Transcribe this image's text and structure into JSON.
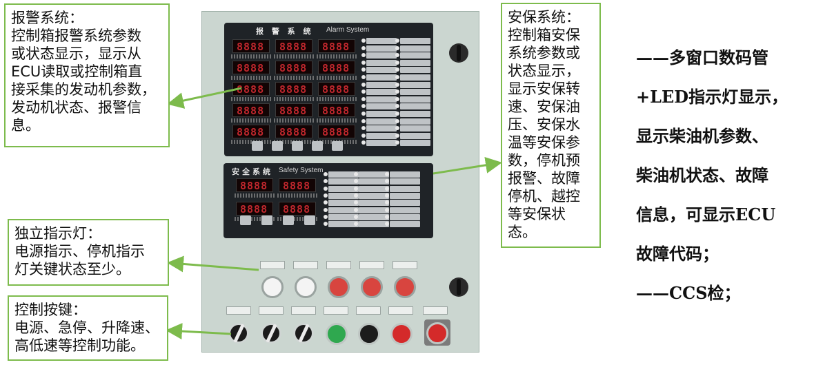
{
  "callouts": {
    "alarm": {
      "title": "报警系统：",
      "body": "控制箱报警系统参数\n或状态显示，显示从\nECU读取或控制箱直\n接采集的发动机参数，\n发动机状态、报警信\n息。"
    },
    "safety": {
      "title": "安保系统：",
      "body": "控制箱安保\n系统参数或\n状态显示，\n显示安保转\n速、安保油\n压、安保水\n温等安保参\n数，停机预\n报警、故障\n停机、越控\n等安保状态。"
    },
    "indicator": {
      "title": "独立指示灯：",
      "body": "电源指示、停机指示\n灯关键状态至少。"
    },
    "buttons": {
      "title": "控制按键：",
      "body": "电源、急停、升降速、\n高低速等控制功能。"
    }
  },
  "right_note": "——多窗口数码管\n+LED指示灯显示，\n显示柴油机参数、\n柴油机状态、故障\n信息，可显示ECU\n故障代码；\n——CCS检；",
  "cabinet": {
    "alarm_panel": {
      "title_cn": "报 警 系 统",
      "title_en": "Alarm System"
    },
    "safety_panel": {
      "title_cn": "安全系统",
      "title_en": "Safety System"
    }
  },
  "colors": {
    "callout_border": "#7dbb4c",
    "arrow": "#7dbb4c",
    "cabinet": "#cbd6d0",
    "panel": "#1f2327",
    "digit": "#c1272d",
    "lamp_white": "#f4f4f4",
    "lamp_red": "#d8453f",
    "button_green": "#2fa84f",
    "button_red": "#d42a2a"
  }
}
